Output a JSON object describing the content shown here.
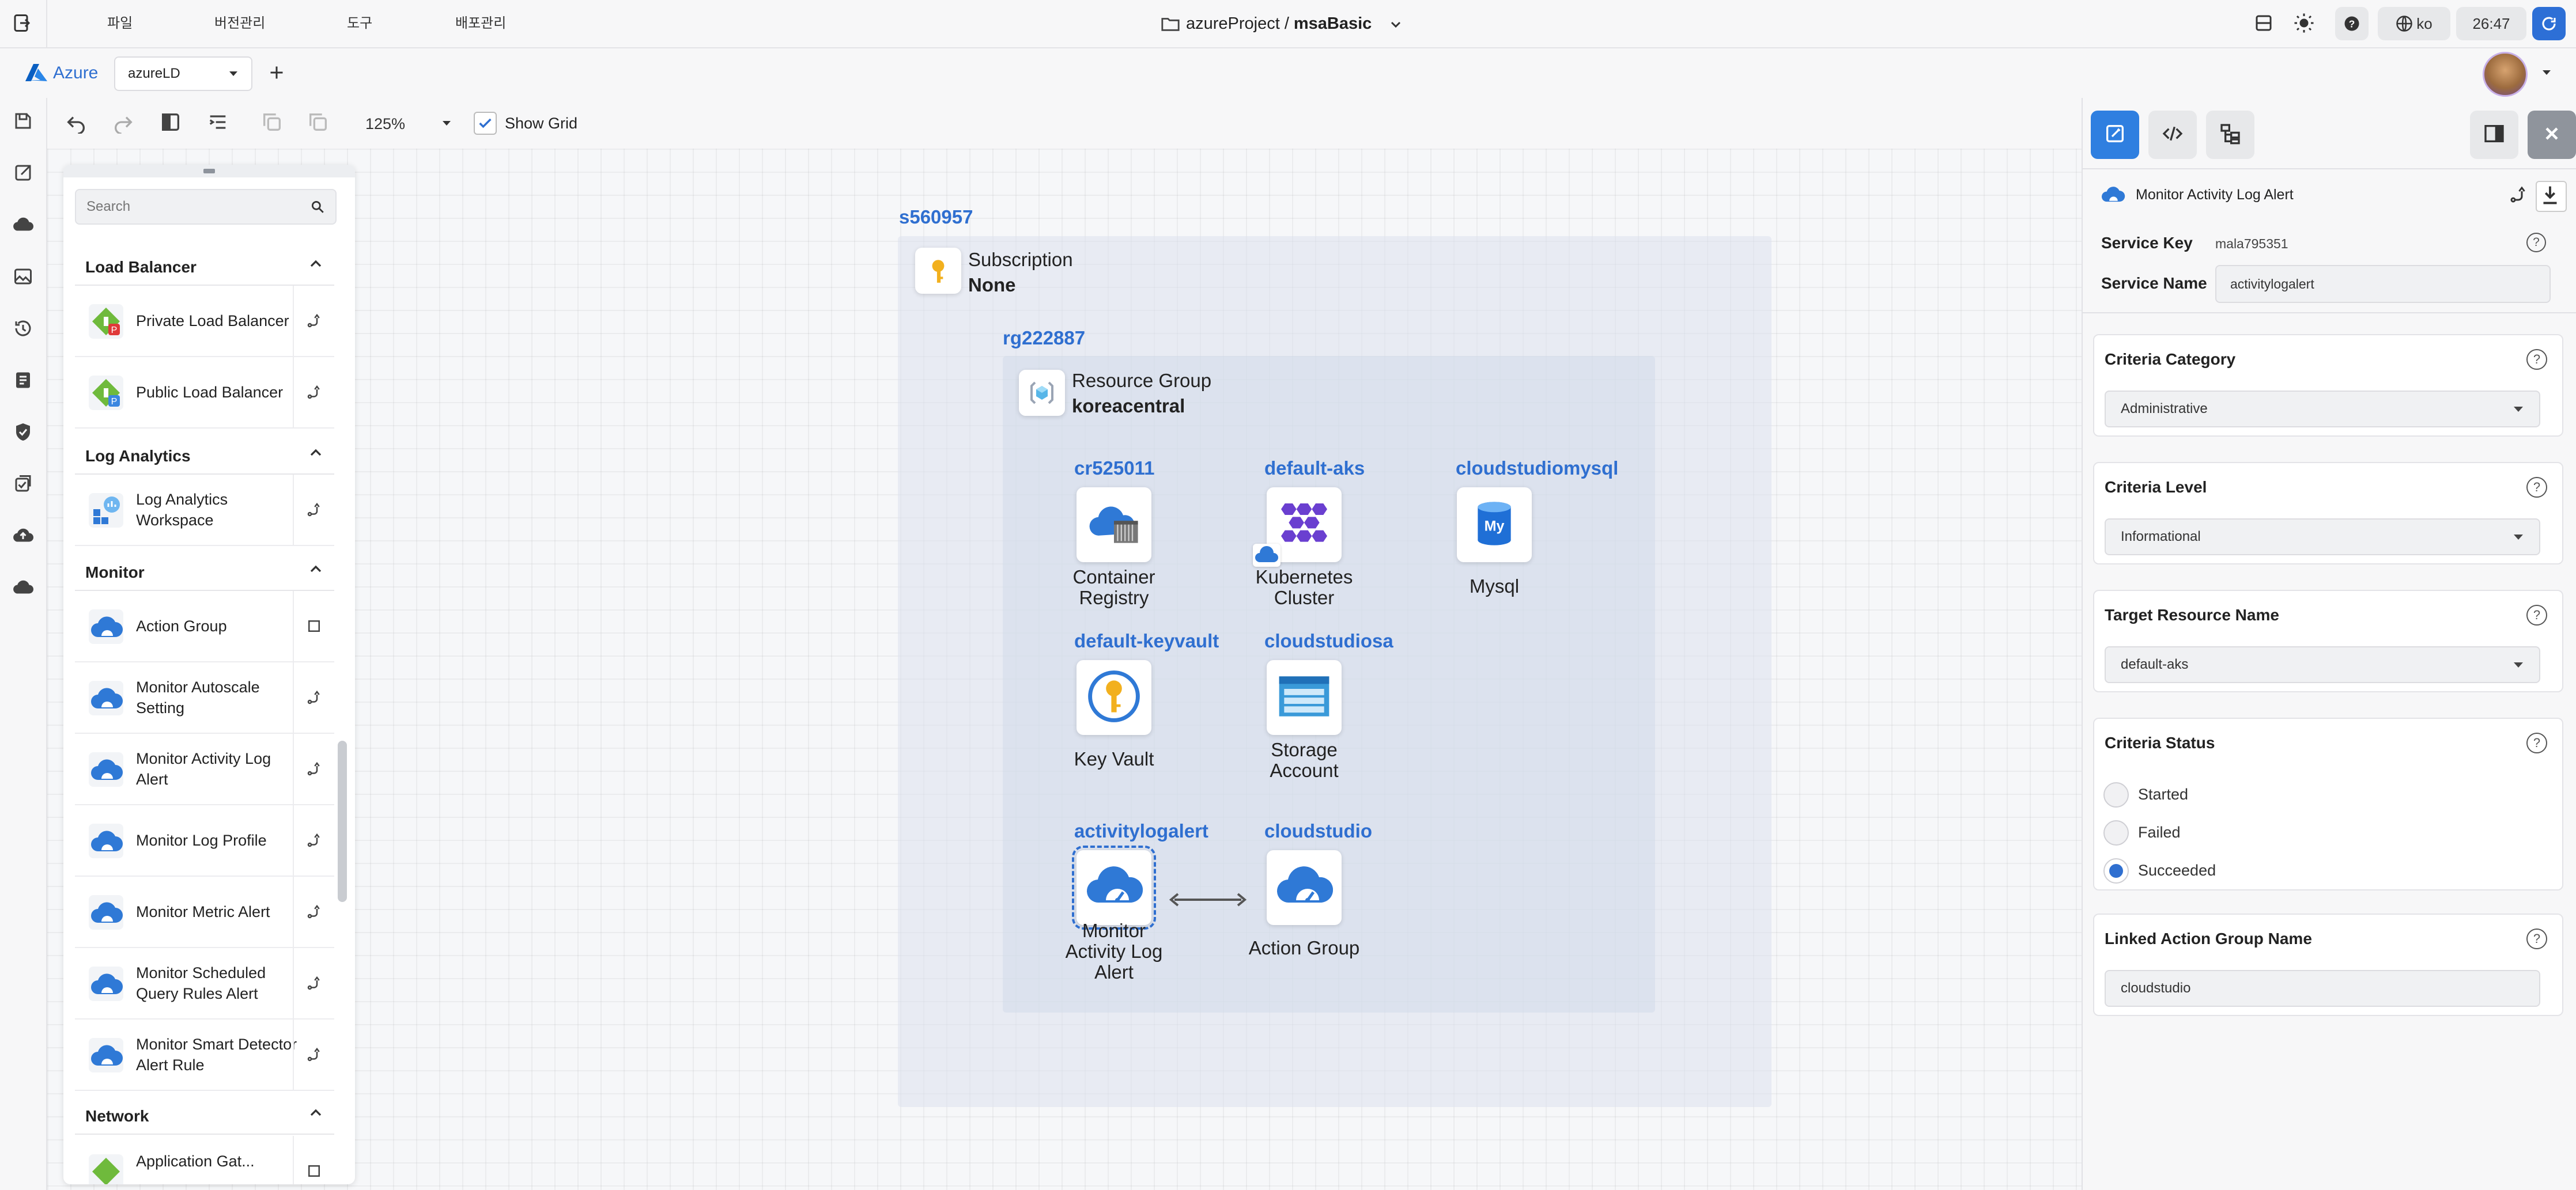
{
  "topbar": {
    "menu": [
      "파일",
      "버전관리",
      "도구",
      "배포관리"
    ],
    "project": "azureProject",
    "separator": "/",
    "diagram": "msaBasic",
    "lang": "ko",
    "time": "26:47"
  },
  "secbar": {
    "brand": "Azure",
    "workspace": "azureLD"
  },
  "toolbar": {
    "zoom": "125%",
    "show_grid_label": "Show Grid",
    "show_grid_checked": true
  },
  "palette": {
    "search_placeholder": "Search",
    "sections": {
      "load_balancer": "Load Balancer",
      "log_analytics": "Log Analytics",
      "monitor": "Monitor",
      "network": "Network"
    },
    "items": {
      "private_lb": "Private Load Balancer",
      "public_lb": "Public Load Balancer",
      "log_ws": "Log Analytics Workspace",
      "action_group": "Action Group",
      "autoscale": "Monitor Autoscale Setting",
      "activity_log_alert": "Monitor Activity Log Alert",
      "log_profile": "Monitor Log Profile",
      "metric_alert": "Monitor Metric Alert",
      "scheduled_query": "Monitor Scheduled Query Rules Alert",
      "smart_detector": "Monitor Smart Detector Alert Rule",
      "app_gateway_partial": "Application Gat..."
    }
  },
  "diagram": {
    "subscription": {
      "id": "s560957",
      "type": "Subscription",
      "value": "None"
    },
    "resource_group": {
      "id": "rg222887",
      "type": "Resource Group",
      "value": "koreacentral"
    },
    "nodes": {
      "registry": {
        "id": "cr525011",
        "caption_1": "Container",
        "caption_2": "Registry"
      },
      "aks": {
        "id": "default-aks",
        "caption_1": "Kubernetes",
        "caption_2": "Cluster"
      },
      "mysql": {
        "id": "cloudstudiomysql",
        "caption_1": "Mysql"
      },
      "keyvault": {
        "id": "default-keyvault",
        "caption_1": "Key Vault"
      },
      "storage": {
        "id": "cloudstudiosa",
        "caption_1": "Storage",
        "caption_2": "Account"
      },
      "alert": {
        "id": "activitylogalert",
        "caption_1": "Monitor",
        "caption_2": "Activity Log",
        "caption_3": "Alert"
      },
      "actiongroup": {
        "id": "cloudstudio",
        "caption_1": "Action Group"
      }
    }
  },
  "panel": {
    "title": "Monitor Activity Log Alert",
    "service_key_label": "Service Key",
    "service_key": "mala795351",
    "service_name_label": "Service Name",
    "service_name": "activitylogalert",
    "criteria_category_label": "Criteria Category",
    "criteria_category": "Administrative",
    "criteria_level_label": "Criteria Level",
    "criteria_level": "Informational",
    "target_resource_label": "Target Resource Name",
    "target_resource": "default-aks",
    "criteria_status_label": "Criteria Status",
    "status_options": [
      "Started",
      "Failed",
      "Succeeded"
    ],
    "status_selected": "Succeeded",
    "linked_group_label": "Linked Action Group Name",
    "linked_group": "cloudstudio",
    "help": "?"
  },
  "colors": {
    "accent": "#2f6fd0",
    "container_outer": "#e6eaf2",
    "container_inner": "#dde3ee"
  }
}
